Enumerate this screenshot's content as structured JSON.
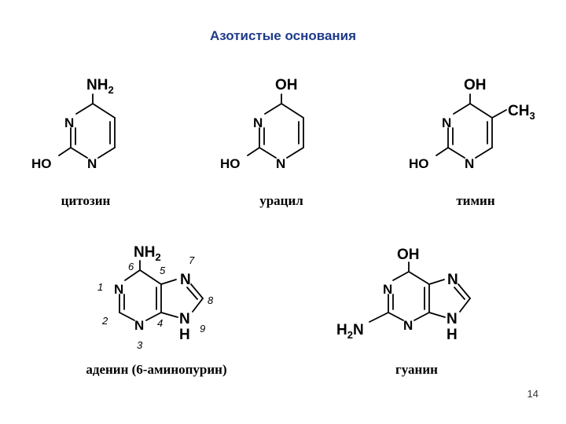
{
  "slide": {
    "title": "Азотистые основания",
    "page_number": "14"
  },
  "labels": {
    "N": "N",
    "H": "H",
    "OH": "OH",
    "HO": "HO",
    "NH": "NH",
    "H2N_H": "H",
    "H2N_N": "N",
    "sub2": "2",
    "C": "CH",
    "sub3": "3"
  },
  "molecules": {
    "cytosine": {
      "name": "цитозин"
    },
    "uracil": {
      "name": "урацил"
    },
    "thymine": {
      "name": "тимин"
    },
    "adenine": {
      "name": "аденин (6-аминопурин)",
      "numbers": [
        "1",
        "2",
        "3",
        "4",
        "5",
        "6",
        "7",
        "8",
        "9"
      ]
    },
    "guanine": {
      "name": "гуанин"
    }
  }
}
